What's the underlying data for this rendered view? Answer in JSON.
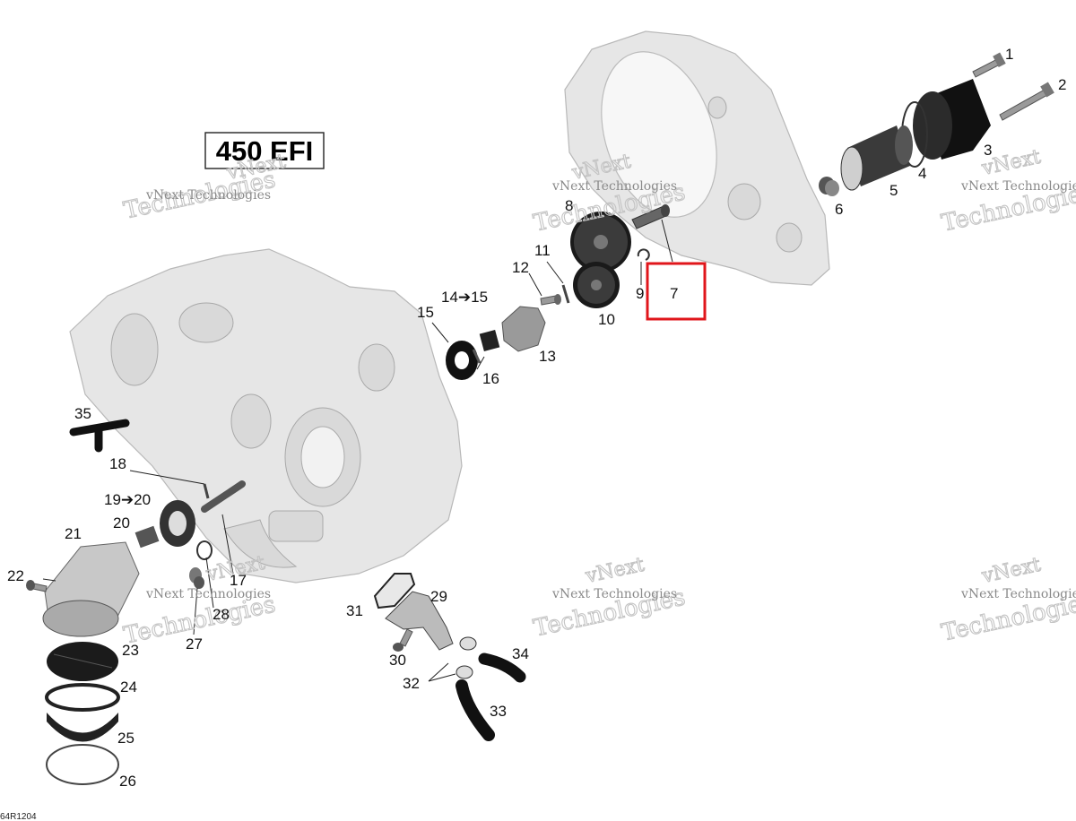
{
  "title_box": {
    "text": "450 EFI"
  },
  "drawing_code": "64R1204",
  "watermark": {
    "small": "vNext Technologies",
    "large": "Technologies",
    "accent": "vNext"
  },
  "highlight_color": "#e0161b",
  "highlighted_part": "7",
  "parts": [
    {
      "number": "1"
    },
    {
      "number": "2"
    },
    {
      "number": "3"
    },
    {
      "number": "4"
    },
    {
      "number": "5"
    },
    {
      "number": "6"
    },
    {
      "number": "7"
    },
    {
      "number": "8"
    },
    {
      "number": "9"
    },
    {
      "number": "10"
    },
    {
      "number": "11"
    },
    {
      "number": "12"
    },
    {
      "number": "13"
    },
    {
      "number": "14➔15"
    },
    {
      "number": "15"
    },
    {
      "number": "16"
    },
    {
      "number": "17"
    },
    {
      "number": "18"
    },
    {
      "number": "19➔20"
    },
    {
      "number": "20"
    },
    {
      "number": "21"
    },
    {
      "number": "22"
    },
    {
      "number": "23"
    },
    {
      "number": "24"
    },
    {
      "number": "25"
    },
    {
      "number": "26"
    },
    {
      "number": "27"
    },
    {
      "number": "28"
    },
    {
      "number": "29"
    },
    {
      "number": "30"
    },
    {
      "number": "31"
    },
    {
      "number": "32"
    },
    {
      "number": "33"
    },
    {
      "number": "34"
    },
    {
      "number": "35"
    }
  ]
}
